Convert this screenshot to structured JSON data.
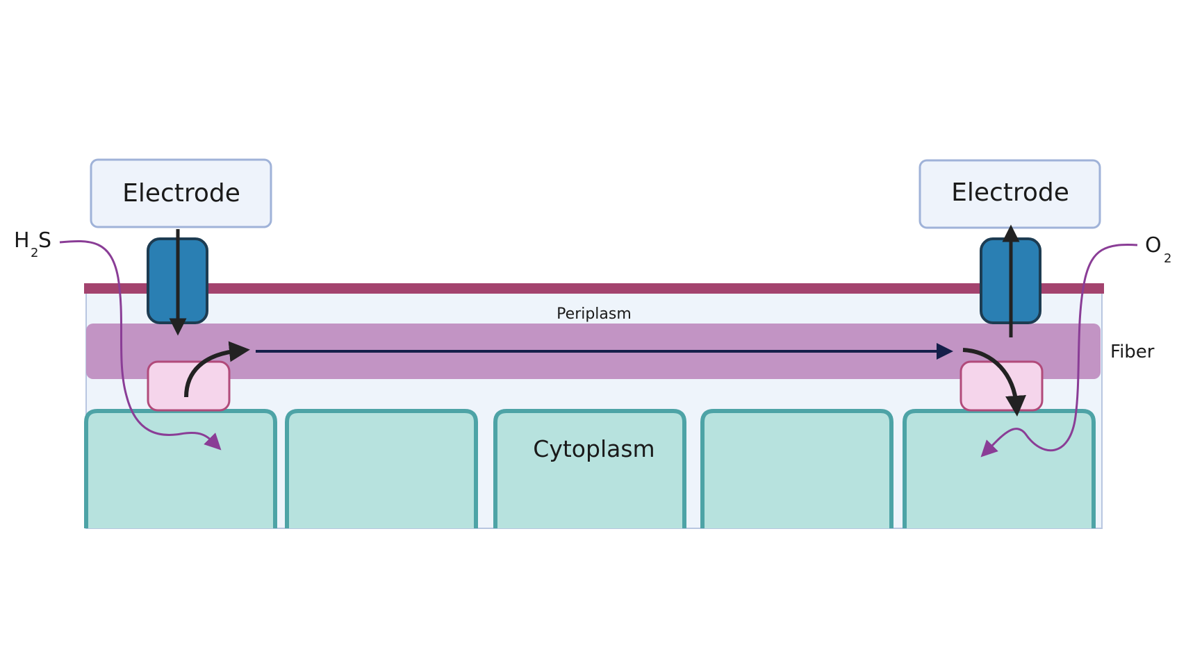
{
  "labels": {
    "electrode_left": "Electrode",
    "electrode_right": "Electrode",
    "periplasm": "Periplasm",
    "fiber": "Fiber",
    "cytoplasm": "Cytoplasm",
    "h2s_main": "H",
    "h2s_sub": "2",
    "h2s_tail": "S",
    "o2_main": "O",
    "o2_sub": "2"
  },
  "colors": {
    "electrode_fill": "#eef3fb",
    "electrode_stroke": "#9fb2d8",
    "outer_membrane": "#a3436e",
    "periplasm_bg": "#eef4fb",
    "fiber": "#c294c4",
    "channel_fill": "#2a7fb3",
    "channel_stroke": "#1d3c52",
    "protein_fill": "#f5d5eb",
    "protein_stroke": "#b14a7a",
    "cell_fill": "#b7e2de",
    "cell_stroke": "#4da3a6",
    "diffusion_arrow": "#8a3d96",
    "electron_arrow": "#151f4a",
    "flow_arrow": "#222222"
  }
}
